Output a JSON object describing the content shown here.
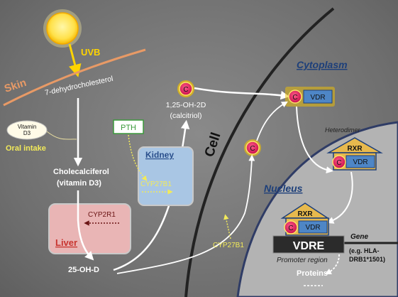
{
  "labels": {
    "uvb": "UVB",
    "skin": "Skin",
    "dehydro": "7-dehydrocholesterol",
    "vitamin_d3_line1": "Vitamin",
    "vitamin_d3_line2": "D3",
    "oral_intake": "Oral intake",
    "cholecalciferol_line1": "Cholecalciferol",
    "cholecalciferol_line2": "(vitamin D3)",
    "cyp2r1": "CYP2R1",
    "liver": "Liver",
    "ohd": "25-OH-D",
    "pth": "PTH",
    "kidney": "Kidney",
    "cyp27b1_kidney": "CYP27B1",
    "calcitriol_line1": "1,25-OH-2D",
    "calcitriol_line2": "(calcitriol)",
    "cell": "Cell",
    "cyp27b1_cell": "CYP27B1",
    "cytoplasm": "Cytoplasm",
    "c": "C",
    "vdr": "VDR",
    "rxr": "RXR",
    "heterodimer": "Heterodimer",
    "nucleus": "Nucleus",
    "gene": "Gene",
    "vdre": "VDRE",
    "gene_example_line1": "(e.g. HLA-",
    "gene_example_line2": "DRB1*1501)",
    "promoter_region": "Promoter region",
    "proteins": "Proteins"
  },
  "colors": {
    "sun": "#ffe14a",
    "uvb": "#ffd400",
    "skin": "#e89a66",
    "liver_fill": "#e9b5b5",
    "liver_text": "#c8342f",
    "kidney_fill": "#a9c6e4",
    "kidney_text": "#2a4f8c",
    "pth_text": "#3a9a3a",
    "cyp_yellow": "#f2ea5a",
    "c_fill": "#e8175d",
    "vdr_fill": "#4e86c6",
    "rxr_fill": "#e7b94d",
    "nucleus_fill": "#b5b5b5",
    "title_blue": "#1d3f7a"
  }
}
